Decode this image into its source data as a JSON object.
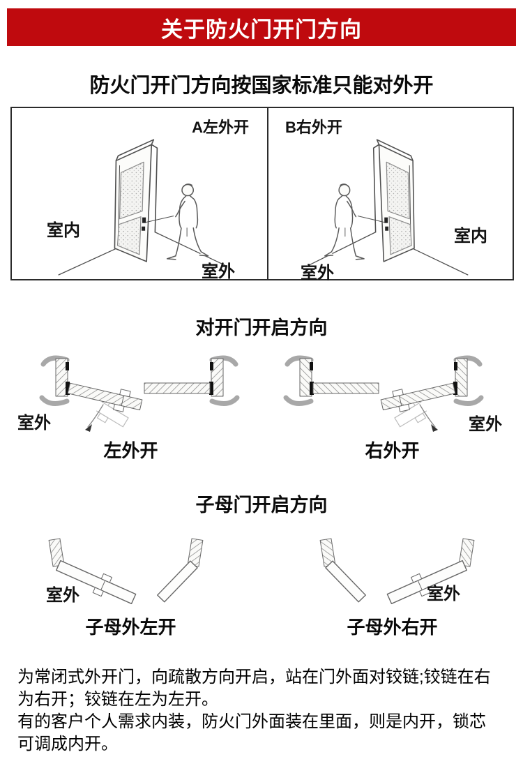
{
  "banner": {
    "title": "关于防火门开门方向",
    "bg_color": "#bf0a0e",
    "text_color": "#ffffff"
  },
  "subtitle": "防火门开门方向按国家标准只能对外开",
  "direction_box": {
    "left_panel": {
      "label": "A左外开",
      "indoor_label": "室内",
      "outdoor_label": "室外"
    },
    "right_panel": {
      "label": "B右外开",
      "indoor_label": "室内",
      "outdoor_label": "室外"
    }
  },
  "double_door_section": {
    "title": "对开门开启方向",
    "left_diagram": {
      "outdoor_label": "室外",
      "caption": "左外开"
    },
    "right_diagram": {
      "outdoor_label": "室外",
      "caption": "右外开"
    }
  },
  "mother_child_section": {
    "title": "子母门开启方向",
    "left_diagram": {
      "outdoor_label": "室外",
      "caption": "子母外左开"
    },
    "right_diagram": {
      "outdoor_label": "室外",
      "caption": "子母外右开"
    }
  },
  "notes": {
    "paragraph1": "为常闭式外开门，向疏散方向开启，站在门外面对铰链;铰链在右为右开；铰链在左为左开。",
    "paragraph2": "有的客户个人需求内装，防火门外面装在里面，则是内开，锁芯可调成内开。"
  }
}
